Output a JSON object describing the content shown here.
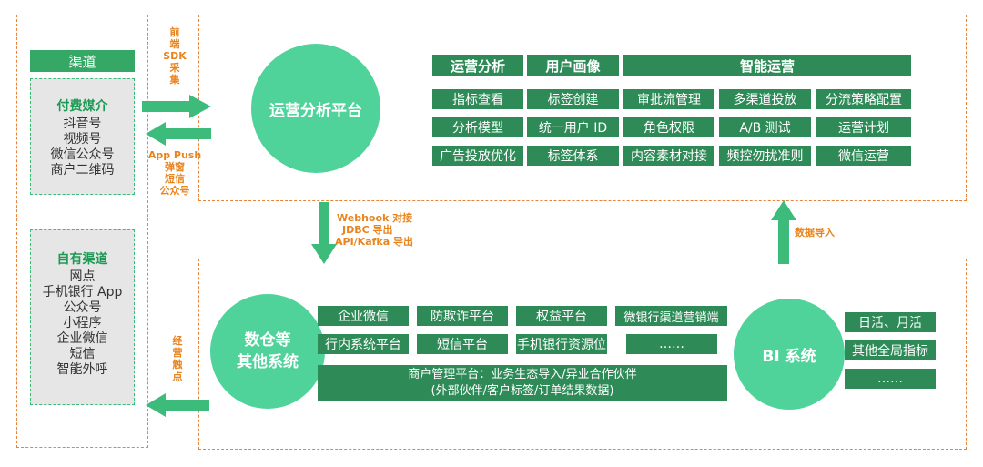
{
  "channels": {
    "header": "渠道",
    "paid": {
      "title": "付费媒介",
      "items": [
        "抖音号",
        "视频号",
        "微信公众号",
        "商户二维码"
      ]
    },
    "own": {
      "title": "自有渠道",
      "items": [
        "网点",
        "手机银行 App",
        "公众号",
        "小程序",
        "企业微信",
        "短信",
        "智能外呼"
      ]
    }
  },
  "labels": {
    "sdk": [
      "前",
      "端",
      "SDK",
      "采",
      "集"
    ],
    "push": [
      "App Push",
      "弹窗",
      "短信",
      "公众号"
    ],
    "webhook": [
      "Webhook 对接",
      "JDBC 导出",
      "API/Kafka 导出"
    ],
    "data_import": "数据导入",
    "jingying": [
      "经",
      "营",
      "触",
      "点"
    ]
  },
  "platform": {
    "name": "运营分析平台",
    "headers": [
      "运营分析",
      "用户画像",
      "智能运营"
    ],
    "grid": [
      [
        "指标查看",
        "标签创建",
        "审批流管理",
        "多渠道投放",
        "分流策略配置"
      ],
      [
        "分析模型",
        "统一用户 ID",
        "角色权限",
        "A/B 测试",
        "运营计划"
      ],
      [
        "广告投放优化",
        "标签体系",
        "内容素材对接",
        "频控勿扰准则",
        "微信运营"
      ]
    ]
  },
  "warehouse": {
    "name_line1": "数仓等",
    "name_line2": "其他系统",
    "row1": [
      "企业微信",
      "防欺诈平台",
      "权益平台",
      "微银行渠道营销端"
    ],
    "row2": [
      "行内系统平台",
      "短信平台",
      "手机银行资源位",
      "……"
    ],
    "merchant_line1": "商户管理平台：业务生态导入/异业合作伙伴",
    "merchant_line2": "(外部伙伴/客户标签/订单结果数据)"
  },
  "bi": {
    "name": "BI 系统",
    "items": [
      "日活、月活",
      "其他全局指标",
      "……"
    ]
  },
  "colors": {
    "accent_green": "#2e8b57",
    "circle_green": "#4fd39a",
    "dash_orange": "#e8843a",
    "label_orange": "#e8841e"
  }
}
